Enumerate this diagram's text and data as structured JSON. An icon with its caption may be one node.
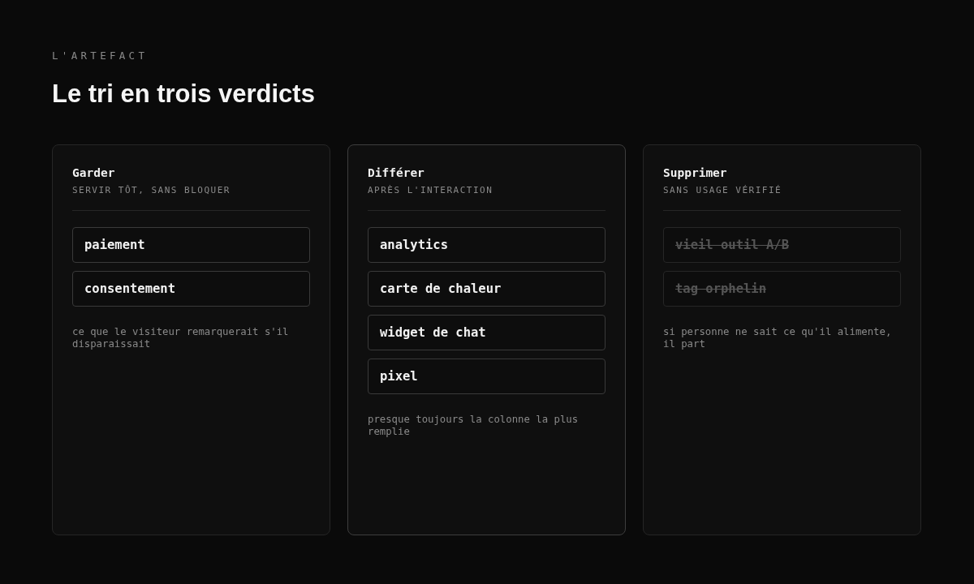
{
  "diagram": {
    "title": "Le tri en trois verdicts",
    "labels": [
      "L'ARTEFACT"
    ],
    "nodes": [
      {
        "text": [
          "Garder",
          "SERVIR TÔT, SANS BLOQUER",
          "ce que le visiteur remarquerait s'il disparaissait"
        ]
      },
      {
        "text": [
          "paiement"
        ],
        "in": 0
      },
      {
        "text": [
          "consentement"
        ],
        "in": 0
      },
      {
        "text": [
          "Différer",
          "APRÈS L'INTERACTION",
          "presque toujours la colonne la plus remplie"
        ]
      },
      {
        "text": [
          "analytics"
        ],
        "in": 3
      },
      {
        "text": [
          "carte de chaleur"
        ],
        "in": 3
      },
      {
        "text": [
          "widget de chat"
        ],
        "in": 3
      },
      {
        "text": [
          "pixel"
        ],
        "in": 3
      },
      {
        "text": [
          "Supprimer",
          "SANS USAGE VÉRIFIÉ",
          "si personne ne sait ce qu'il alimente, il part"
        ]
      },
      {
        "text": [
          "vieil outil A/B"
        ],
        "in": 8
      },
      {
        "text": [
          "tag orphelin"
        ],
        "in": 8
      }
    ]
  }
}
